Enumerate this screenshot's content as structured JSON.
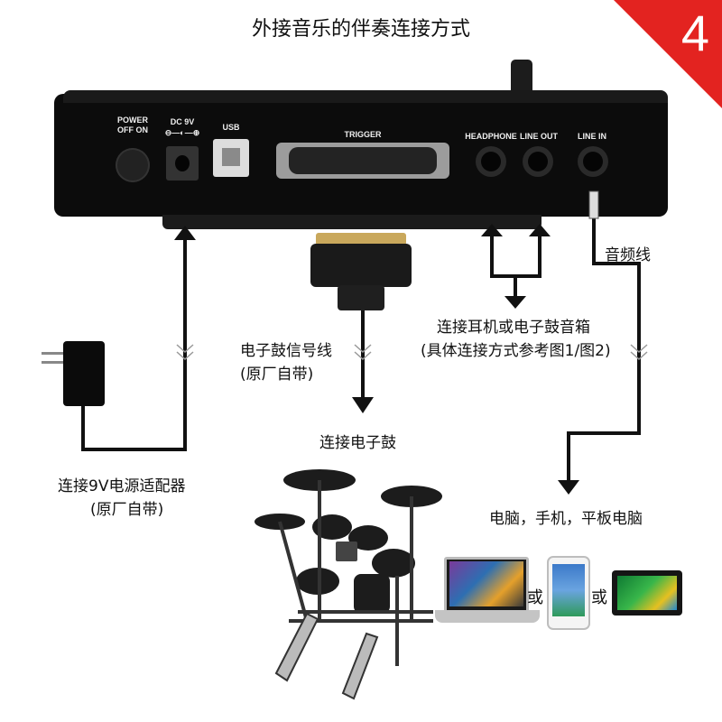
{
  "title": "外接音乐的伴奏连接方式",
  "badge": "4",
  "device": {
    "power_label": "POWER\nOFF ON",
    "dc_label": "DC 9V",
    "usb_label": "USB",
    "trigger_label": "TRIGGER",
    "headphone_label": "HEADPHONE",
    "lineout_label": "LINE OUT",
    "linein_label": "LINE IN"
  },
  "labels": {
    "audio_cable": "音频线",
    "drum_cable_1": "电子鼓信号线",
    "drum_cable_2": "(原厂自带)",
    "connect_drum": "连接电子鼓",
    "headphone_1": "连接耳机或电子鼓音箱",
    "headphone_2": "(具体连接方式参考图1/图2)",
    "adapter_1": "连接9V电源适配器",
    "adapter_2": "(原厂自带)",
    "devices": "电脑，手机，平板电脑",
    "or_1": "或",
    "or_2": "或"
  },
  "colors": {
    "badge": "#e32320",
    "line": "#111111"
  }
}
